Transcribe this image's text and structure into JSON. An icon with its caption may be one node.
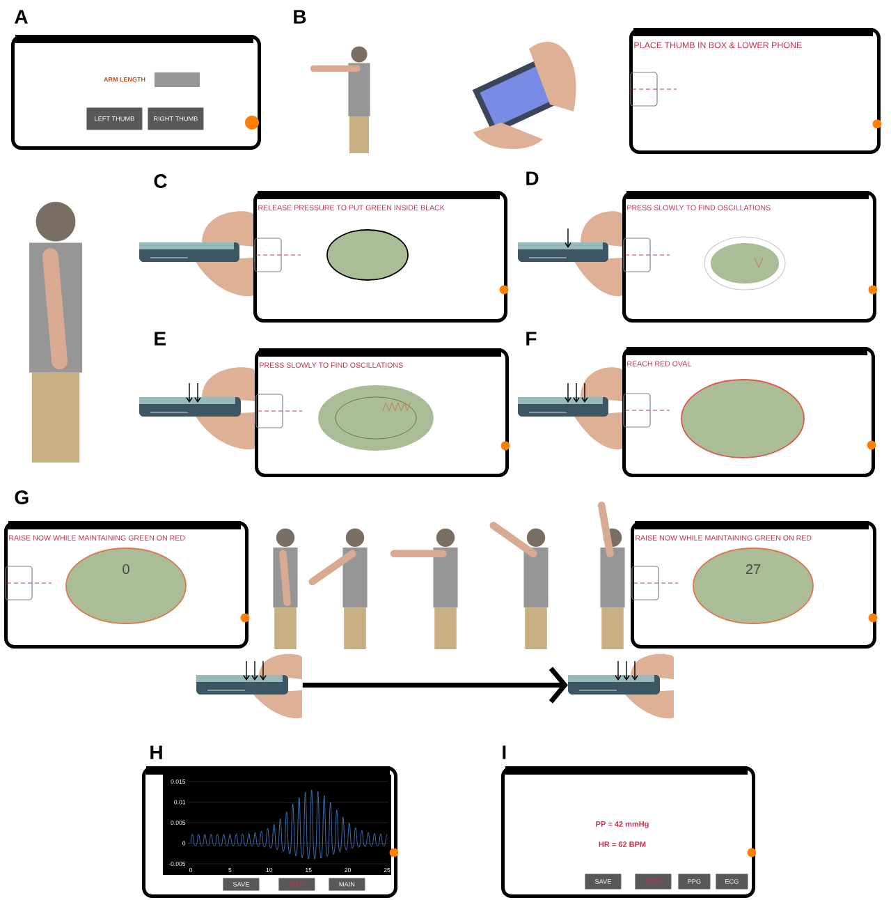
{
  "diagram": {
    "nodes": [
      {
        "text": [
          "ARM LENGTH"
        ]
      },
      {
        "text": [],
        "shape": "box",
        "in": 0
      },
      {
        "text": [
          "LEFT THUMB"
        ],
        "in": 0
      },
      {
        "text": [
          "RIGHT THUMB"
        ],
        "in": 0
      },
      {
        "text": [
          "PLACE THUMB IN BOX & LOWER PHONE"
        ]
      },
      {
        "text": [
          "RELEASE PRESSURE TO PUT GREEN INSIDE BLACK"
        ]
      },
      {
        "text": [],
        "shape": "oval",
        "in": 5
      },
      {
        "text": [
          "PRESS SLOWLY TO FIND OSCILLATIONS"
        ]
      },
      {
        "text": [],
        "shape": "oval",
        "in": 7
      },
      {
        "text": [
          "PRESS SLOWLY TO FIND OSCILLATIONS"
        ]
      },
      {
        "text": [],
        "shape": "oval",
        "in": 9
      },
      {
        "text": [
          "REACH RED OVAL"
        ]
      },
      {
        "text": [],
        "shape": "oval",
        "in": 11
      },
      {
        "text": [
          "RAISE NOW WHILE MAINTAINING GREEN ON RED"
        ]
      },
      {
        "text": [
          "0"
        ],
        "in": 13
      },
      {
        "text": [
          "RAISE NOW WHILE MAINTAINING GREEN ON RED"
        ]
      },
      {
        "text": [
          "27"
        ],
        "in": 15
      },
      {
        "text": [],
        "shape": "picture"
      },
      {
        "text": [],
        "shape": "picture"
      },
      {
        "text": [],
        "shape": "box"
      },
      {
        "text": [
          "SAVE"
        ],
        "in": 19
      },
      {
        "text": [
          "STOP"
        ],
        "in": 19
      },
      {
        "text": [
          "MAIN"
        ],
        "in": 19
      },
      {
        "text": [
          "PP = 42 mmHg",
          "HR = 62 BPM"
        ]
      },
      {
        "text": [
          "SAVE"
        ],
        "in": 23
      },
      {
        "text": [
          "STOP"
        ],
        "in": 23
      },
      {
        "text": [
          "PPG"
        ],
        "in": 23
      },
      {
        "text": [
          "ECG"
        ],
        "in": 23
      }
    ],
    "edges": [
      {
        "from": 17,
        "to": 18,
        "arrow": "to"
      }
    ],
    "labels": [
      "A",
      "B",
      "C",
      "D",
      "E",
      "F",
      "G",
      "H",
      "I",
      "0.015",
      "0.01",
      "0.005",
      "0",
      "-0.005",
      "0",
      "5",
      "10",
      "15",
      "20",
      "25"
    ]
  }
}
